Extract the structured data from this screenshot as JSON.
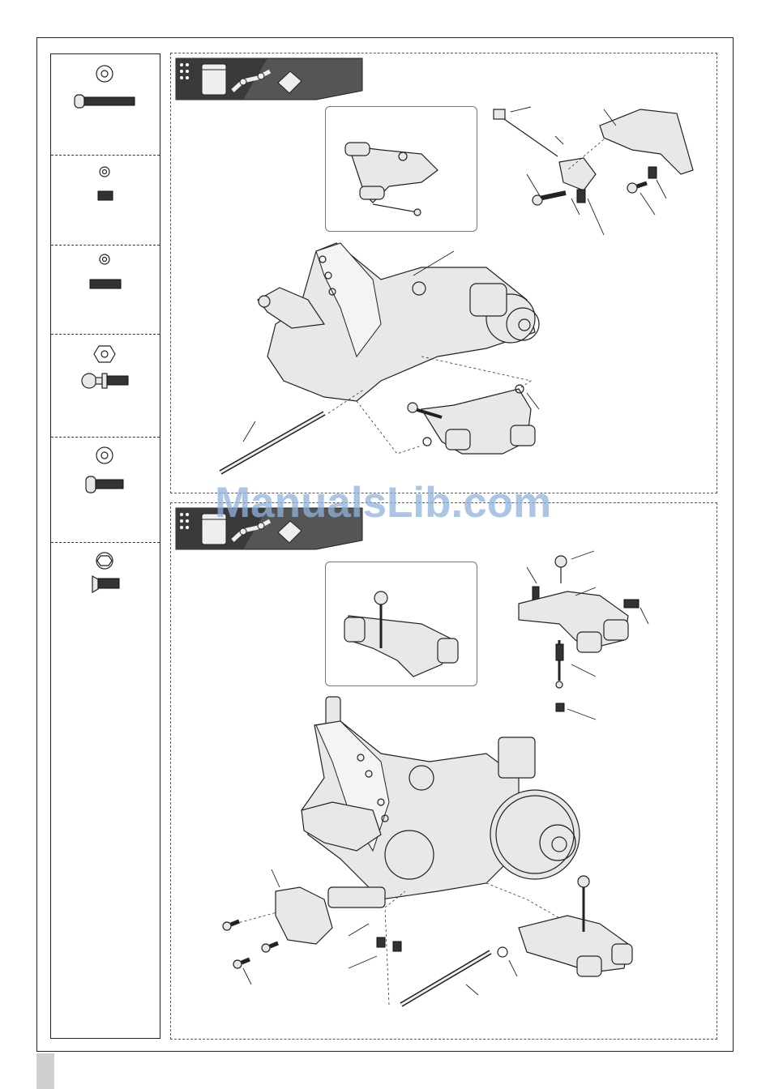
{
  "watermark": {
    "text": "ManualsLib.com"
  },
  "hardware_column": {
    "items": [
      {
        "icon": "button-head-screw-icon"
      },
      {
        "icon": "short-set-screw-icon"
      },
      {
        "icon": "set-screw-icon"
      },
      {
        "icon": "ball-stud-with-nut-icon"
      },
      {
        "icon": "button-head-screw-short-icon"
      },
      {
        "icon": "flat-head-screw-icon"
      }
    ]
  },
  "steps": [
    {
      "icons": [
        "parts-bag-icon",
        "parts-tree-icon",
        "grease-tube-icon"
      ],
      "assembly": "front-suspension-arm-assembly"
    },
    {
      "icons": [
        "parts-bag-icon",
        "parts-tree-icon",
        "grease-tube-icon"
      ],
      "assembly": "rear-suspension-arm-assembly"
    }
  ],
  "colors": {
    "tab_dark": "#3a3a3a",
    "tab_light": "#8a8a8a",
    "watermark": "#8fb2dd",
    "line": "#222222"
  }
}
